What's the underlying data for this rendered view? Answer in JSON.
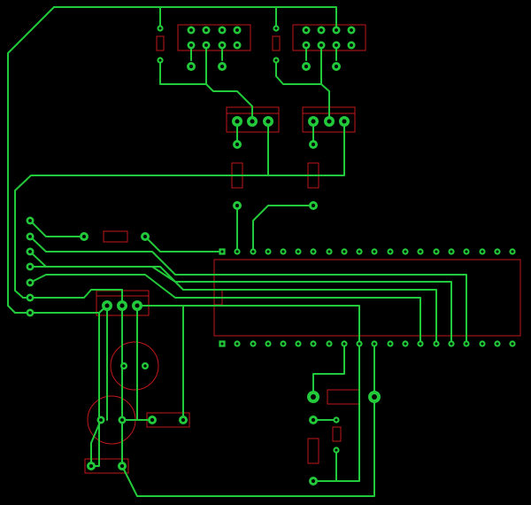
{
  "board": {
    "colors": {
      "background": "#000000",
      "trace": "#22c93a",
      "pad": "#22c93a",
      "silkscreen": "#c0191d",
      "pad_hole": "#000000"
    },
    "traces": [
      [
        [
          61,
          8
        ],
        [
          380,
          8
        ],
        [
          380,
          34
        ]
      ],
      [
        [
          61,
          8
        ],
        [
          9,
          60
        ],
        [
          9,
          345
        ],
        [
          17,
          353
        ],
        [
          34,
          353
        ]
      ],
      [
        [
          181,
          8
        ],
        [
          181,
          32
        ]
      ],
      [
        [
          312,
          8
        ],
        [
          312,
          32
        ]
      ],
      [
        [
          181,
          68
        ],
        [
          181,
          95
        ],
        [
          233,
          95
        ],
        [
          241,
          103
        ],
        [
          268,
          103
        ],
        [
          285,
          120
        ],
        [
          285,
          137
        ]
      ],
      [
        [
          233,
          51
        ],
        [
          233,
          95
        ]
      ],
      [
        [
          251,
          51
        ],
        [
          251,
          68
        ]
      ],
      [
        [
          216,
          51
        ],
        [
          216,
          68
        ]
      ],
      [
        [
          312,
          68
        ],
        [
          312,
          86
        ],
        [
          320,
          95
        ],
        [
          363,
          95
        ],
        [
          372,
          103
        ],
        [
          372,
          137
        ]
      ],
      [
        [
          363,
          51
        ],
        [
          363,
          95
        ]
      ],
      [
        [
          380,
          51
        ],
        [
          380,
          68
        ]
      ],
      [
        [
          346,
          51
        ],
        [
          346,
          68
        ]
      ],
      [
        [
          268,
          137
        ],
        [
          268,
          163
        ]
      ],
      [
        [
          354,
          137
        ],
        [
          354,
          163
        ]
      ],
      [
        [
          303,
          137
        ],
        [
          303,
          198
        ],
        [
          35,
          198
        ],
        [
          17,
          215
        ],
        [
          17,
          328
        ],
        [
          26,
          336
        ],
        [
          34,
          336
        ]
      ],
      [
        [
          389,
          137
        ],
        [
          389,
          198
        ],
        [
          303,
          198
        ]
      ],
      [
        [
          268,
          232
        ],
        [
          268,
          284
        ]
      ],
      [
        [
          354,
          232
        ],
        [
          303,
          232
        ],
        [
          286,
          249
        ],
        [
          286,
          284
        ]
      ],
      [
        [
          34,
          249
        ],
        [
          52,
          267
        ],
        [
          95,
          267
        ]
      ],
      [
        [
          164,
          267
        ],
        [
          181,
          284
        ],
        [
          251,
          284
        ]
      ],
      [
        [
          34,
          267
        ],
        [
          52,
          284
        ],
        [
          172,
          284
        ],
        [
          198,
          310
        ],
        [
          527,
          310
        ],
        [
          527,
          388
        ]
      ],
      [
        [
          34,
          284
        ],
        [
          52,
          301
        ],
        [
          172,
          301
        ],
        [
          198,
          318
        ],
        [
          510,
          318
        ],
        [
          510,
          388
        ]
      ],
      [
        [
          34,
          301
        ],
        [
          181,
          301
        ],
        [
          207,
          327
        ],
        [
          493,
          327
        ],
        [
          493,
          388
        ]
      ],
      [
        [
          34,
          319
        ],
        [
          52,
          310
        ],
        [
          164,
          310
        ],
        [
          198,
          336
        ],
        [
          475,
          336
        ],
        [
          475,
          388
        ]
      ],
      [
        [
          34,
          336
        ],
        [
          95,
          336
        ],
        [
          103,
          327
        ],
        [
          138,
          327
        ],
        [
          138,
          345
        ]
      ],
      [
        [
          121,
          345
        ],
        [
          112,
          353
        ],
        [
          34,
          353
        ]
      ],
      [
        [
          121,
          345
        ],
        [
          112,
          353
        ],
        [
          112,
          526
        ],
        [
          103,
          526
        ]
      ],
      [
        [
          121,
          345
        ],
        [
          121,
          413
        ],
        [
          121,
          474
        ]
      ],
      [
        [
          155,
          345
        ],
        [
          155,
          474
        ]
      ],
      [
        [
          155,
          345
        ],
        [
          406,
          345
        ],
        [
          406,
          388
        ]
      ],
      [
        [
          138,
          345
        ],
        [
          138,
          526
        ]
      ],
      [
        [
          207,
          345
        ],
        [
          207,
          474
        ]
      ],
      [
        [
          114,
          474
        ],
        [
          103,
          500
        ],
        [
          103,
          526
        ]
      ],
      [
        [
          138,
          474
        ],
        [
          172,
          474
        ]
      ],
      [
        [
          138,
          526
        ],
        [
          155,
          560
        ],
        [
          423,
          560
        ],
        [
          423,
          448
        ]
      ],
      [
        [
          389,
          388
        ],
        [
          389,
          422
        ],
        [
          354,
          422
        ],
        [
          354,
          448
        ]
      ],
      [
        [
          423,
          388
        ],
        [
          423,
          448
        ]
      ],
      [
        [
          406,
          388
        ],
        [
          406,
          543
        ],
        [
          354,
          543
        ]
      ],
      [
        [
          354,
          474
        ],
        [
          380,
          474
        ]
      ],
      [
        [
          380,
          508
        ],
        [
          380,
          543
        ]
      ]
    ],
    "pads": [
      [
        181,
        32,
        3.6
      ],
      [
        181,
        68,
        3.6
      ],
      [
        312,
        32,
        3.6
      ],
      [
        312,
        68,
        3.6
      ],
      [
        216,
        34,
        4.5
      ],
      [
        233,
        34,
        4.5
      ],
      [
        251,
        34,
        4.5
      ],
      [
        268,
        34,
        4.5
      ],
      [
        216,
        51,
        4.5
      ],
      [
        233,
        51,
        4.5
      ],
      [
        251,
        51,
        4.5
      ],
      [
        268,
        51,
        4.5
      ],
      [
        216,
        75,
        5
      ],
      [
        251,
        75,
        5
      ],
      [
        346,
        34,
        4.5
      ],
      [
        363,
        34,
        4.5
      ],
      [
        380,
        34,
        4.5
      ],
      [
        397,
        34,
        4.5
      ],
      [
        346,
        51,
        4.5
      ],
      [
        363,
        51,
        4.5
      ],
      [
        380,
        51,
        4.5
      ],
      [
        397,
        51,
        4.5
      ],
      [
        346,
        75,
        5
      ],
      [
        380,
        75,
        5
      ],
      [
        268,
        137,
        6
      ],
      [
        285,
        137,
        6
      ],
      [
        303,
        137,
        6
      ],
      [
        354,
        137,
        6
      ],
      [
        372,
        137,
        6
      ],
      [
        389,
        137,
        6
      ],
      [
        268,
        163,
        5
      ],
      [
        354,
        163,
        5
      ],
      [
        268,
        232,
        5
      ],
      [
        354,
        232,
        5
      ],
      [
        34,
        249,
        4.5
      ],
      [
        34,
        267,
        4.5
      ],
      [
        34,
        284,
        4.5
      ],
      [
        34,
        301,
        4.5
      ],
      [
        34,
        319,
        4.5
      ],
      [
        34,
        336,
        4.5
      ],
      [
        34,
        353,
        4.5
      ],
      [
        95,
        267,
        5
      ],
      [
        164,
        267,
        5
      ],
      [
        268,
        284,
        3.6
      ],
      [
        286,
        284,
        3.6
      ],
      [
        303,
        284,
        3.6
      ],
      [
        320,
        284,
        3.6
      ],
      [
        337,
        284,
        3.6
      ],
      [
        354,
        284,
        3.6
      ],
      [
        372,
        284,
        3.6
      ],
      [
        389,
        284,
        3.6
      ],
      [
        406,
        284,
        3.6
      ],
      [
        423,
        284,
        3.6
      ],
      [
        441,
        284,
        3.6
      ],
      [
        458,
        284,
        3.6
      ],
      [
        475,
        284,
        3.6
      ],
      [
        493,
        284,
        3.6
      ],
      [
        510,
        284,
        3.6
      ],
      [
        527,
        284,
        3.6
      ],
      [
        545,
        284,
        3.6
      ],
      [
        562,
        284,
        3.6
      ],
      [
        579,
        284,
        3.6
      ],
      [
        268,
        388,
        3.6
      ],
      [
        286,
        388,
        3.6
      ],
      [
        303,
        388,
        3.6
      ],
      [
        320,
        388,
        3.6
      ],
      [
        337,
        388,
        3.6
      ],
      [
        354,
        388,
        3.6
      ],
      [
        372,
        388,
        3.6
      ],
      [
        389,
        388,
        3.6
      ],
      [
        406,
        388,
        3.6
      ],
      [
        423,
        388,
        3.6
      ],
      [
        441,
        388,
        3.6
      ],
      [
        458,
        388,
        3.6
      ],
      [
        475,
        388,
        3.6
      ],
      [
        493,
        388,
        3.6
      ],
      [
        510,
        388,
        3.6
      ],
      [
        527,
        388,
        3.6
      ],
      [
        545,
        388,
        3.6
      ],
      [
        562,
        388,
        3.6
      ],
      [
        579,
        388,
        3.6
      ],
      [
        121,
        345,
        6
      ],
      [
        138,
        345,
        6
      ],
      [
        155,
        345,
        6
      ],
      [
        140,
        413,
        4
      ],
      [
        164,
        413,
        4
      ],
      [
        114,
        474,
        4.5
      ],
      [
        138,
        474,
        4.5
      ],
      [
        172,
        474,
        5
      ],
      [
        207,
        474,
        5
      ],
      [
        103,
        526,
        5
      ],
      [
        138,
        526,
        5
      ],
      [
        354,
        448,
        7
      ],
      [
        423,
        448,
        7
      ],
      [
        354,
        474,
        5
      ],
      [
        380,
        474,
        3.6
      ],
      [
        380,
        508,
        3.6
      ],
      [
        354,
        543,
        5
      ]
    ],
    "square_pads": [
      [
        251,
        284,
        3.6
      ],
      [
        251,
        388,
        3.6
      ]
    ],
    "silk_rects": [
      [
        177,
        41,
        8,
        16
      ],
      [
        308,
        41,
        8,
        16
      ],
      [
        201,
        28,
        82,
        29
      ],
      [
        331,
        28,
        82,
        29
      ],
      [
        256,
        121,
        59,
        28
      ],
      [
        342,
        121,
        59,
        28
      ],
      [
        262,
        184,
        12,
        28
      ],
      [
        348,
        184,
        12,
        28
      ],
      [
        117,
        261,
        27,
        12
      ],
      [
        242,
        293,
        346,
        86
      ],
      [
        242,
        327,
        9,
        17
      ],
      [
        109,
        328,
        59,
        28
      ],
      [
        166,
        466,
        48,
        16
      ],
      [
        96,
        518,
        49,
        16
      ],
      [
        370,
        440,
        36,
        16
      ],
      [
        376,
        482,
        9,
        16
      ],
      [
        348,
        495,
        12,
        28
      ]
    ],
    "silk_lines": [
      [
        256,
        128,
        315,
        128
      ],
      [
        342,
        128,
        401,
        128
      ],
      [
        109,
        334,
        168,
        334
      ]
    ],
    "silk_circles": [
      [
        152,
        413,
        27
      ],
      [
        126,
        474,
        27
      ]
    ]
  }
}
